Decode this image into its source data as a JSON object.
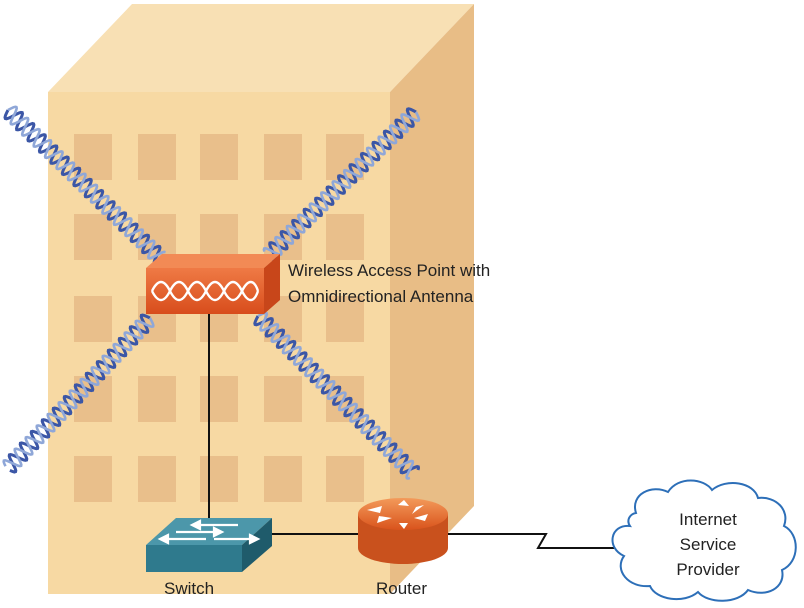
{
  "access_point": {
    "label_line1": "Wireless Access Point with",
    "label_line2": "Omnidirectional Antenna"
  },
  "switch": {
    "label": "Switch"
  },
  "router": {
    "label": "Router"
  },
  "cloud": {
    "label_line1": "Internet",
    "label_line2": "Service",
    "label_line3": "Provider"
  },
  "colors": {
    "building_front": "#f7d9a3",
    "building_top": "#f8e0b4",
    "building_side": "#e8bd86",
    "window": "#e9bf8b",
    "wave_dark": "#3b56a6",
    "wave_light": "#8fa7d8",
    "access_point": "#e8602a",
    "switch": "#2f7a8d",
    "router": "#e8742f",
    "cloud_stroke": "#2d6fb8"
  },
  "icons": [
    "building",
    "radio-wave",
    "access-point",
    "switch",
    "router",
    "cloud"
  ]
}
